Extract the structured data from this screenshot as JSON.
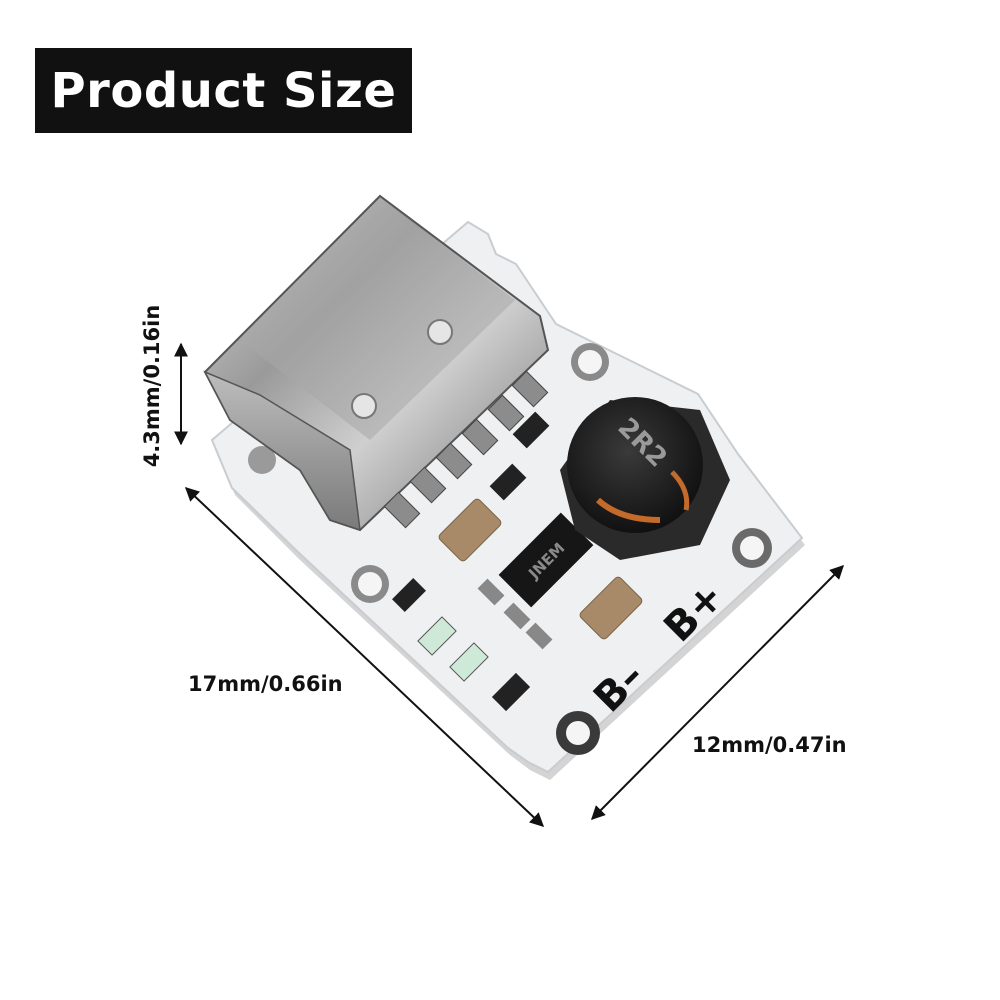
{
  "title": "Product Size",
  "dimensions": {
    "height": "4.3mm/0.16in",
    "length": "17mm/0.66in",
    "width": "12mm/0.47in"
  },
  "board_labels": {
    "negative": "B–",
    "positive": "B+",
    "inductor_marking": "2R2",
    "chip_marking": "JNEM"
  },
  "colors": {
    "background": "#ffffff",
    "title_box": "#111111",
    "title_text": "#ffffff",
    "pcb": "#eef0f2"
  }
}
